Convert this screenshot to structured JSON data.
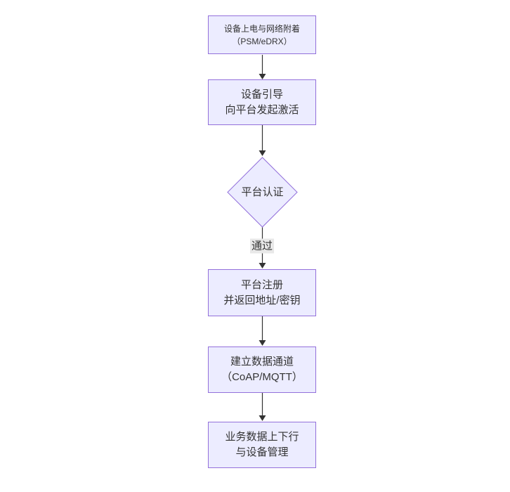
{
  "diagram": {
    "nodes": {
      "power_attach": {
        "line1": "设备上电与网络附着",
        "line2": "（PSM/eDRX）"
      },
      "bootstrap": {
        "line1": "设备引导",
        "line2": "向平台发起激活"
      },
      "platform_auth": {
        "label": "平台认证"
      },
      "register": {
        "line1": "平台注册",
        "line2": "并返回地址/密钥"
      },
      "data_channel": {
        "line1": "建立数据通道",
        "line2": "（CoAP/MQTT）"
      },
      "business": {
        "line1": "业务数据上下行",
        "line2": "与设备管理"
      }
    },
    "edge_labels": {
      "auth_pass": "通过"
    },
    "colors": {
      "node_fill": "#ECECFF",
      "node_border": "#9370DB",
      "text": "#333333",
      "edge": "#333333",
      "edge_label_bg": "#e8e8e8",
      "background": "#ffffff"
    }
  }
}
